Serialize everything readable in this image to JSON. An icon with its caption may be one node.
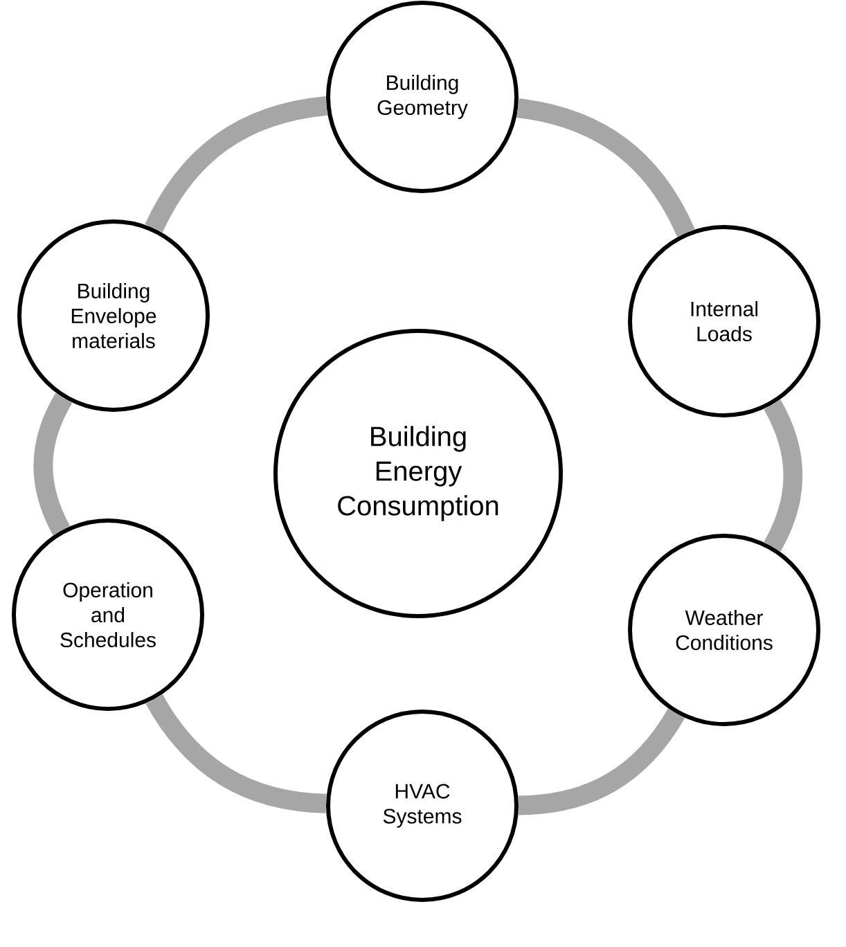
{
  "diagram": {
    "nodes": [
      {
        "text": [
          "Building Energy Consumption"
        ]
      },
      {
        "text": [
          "Building Geometry"
        ]
      },
      {
        "text": [
          "Internal Loads"
        ]
      },
      {
        "text": [
          "Weather Conditions"
        ]
      },
      {
        "text": [
          "HVAC Systems"
        ]
      },
      {
        "text": [
          "Operation and Schedules"
        ]
      },
      {
        "text": [
          "Building Envelope materials"
        ]
      }
    ],
    "edges": [
      {
        "from": 1,
        "to": 2,
        "arrow": "none"
      },
      {
        "from": 2,
        "to": 3,
        "arrow": "none"
      },
      {
        "from": 3,
        "to": 4,
        "arrow": "none"
      },
      {
        "from": 4,
        "to": 5,
        "arrow": "none"
      },
      {
        "from": 5,
        "to": 6,
        "arrow": "none"
      },
      {
        "from": 6,
        "to": 1,
        "arrow": "none"
      }
    ]
  }
}
